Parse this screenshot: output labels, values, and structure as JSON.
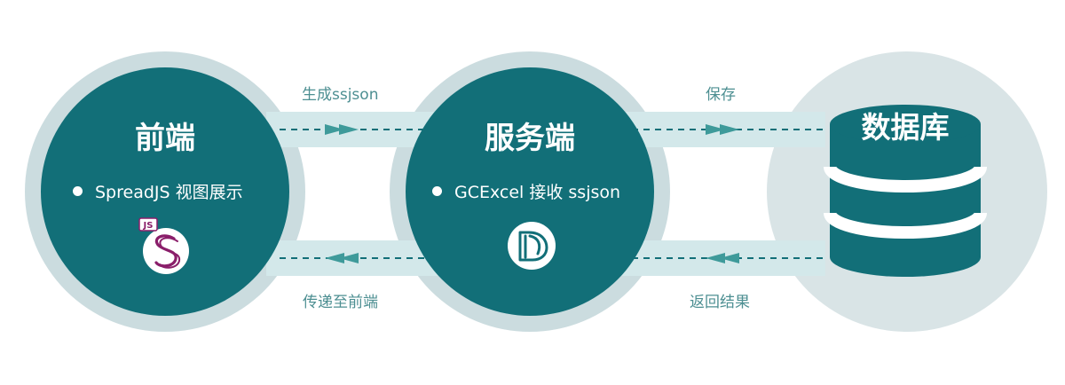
{
  "nodes": {
    "frontend": {
      "title": "前端",
      "bullet": "SpreadJS 视图展示",
      "logo_badge": "JS",
      "logo_icon": "spreadjs-logo-icon"
    },
    "server": {
      "title": "服务端",
      "bullet": "GCExcel 接收 ssjson",
      "logo_icon": "gcexcel-logo-icon"
    },
    "database": {
      "title": "数据库",
      "icon": "database-cylinder-icon"
    }
  },
  "flows": {
    "generate": "生成ssjson",
    "save": "保存",
    "deliver": "传递至前端",
    "return": "返回结果"
  },
  "colors": {
    "primary_teal": "#126f78",
    "halo": "#cbdcdf",
    "db_halo": "#d9e4e6",
    "band": "#d3e8ea",
    "label_text": "#4d8f92",
    "arrow": "#3e9a9a",
    "spreadjs_purple": "#8a1e6a"
  }
}
